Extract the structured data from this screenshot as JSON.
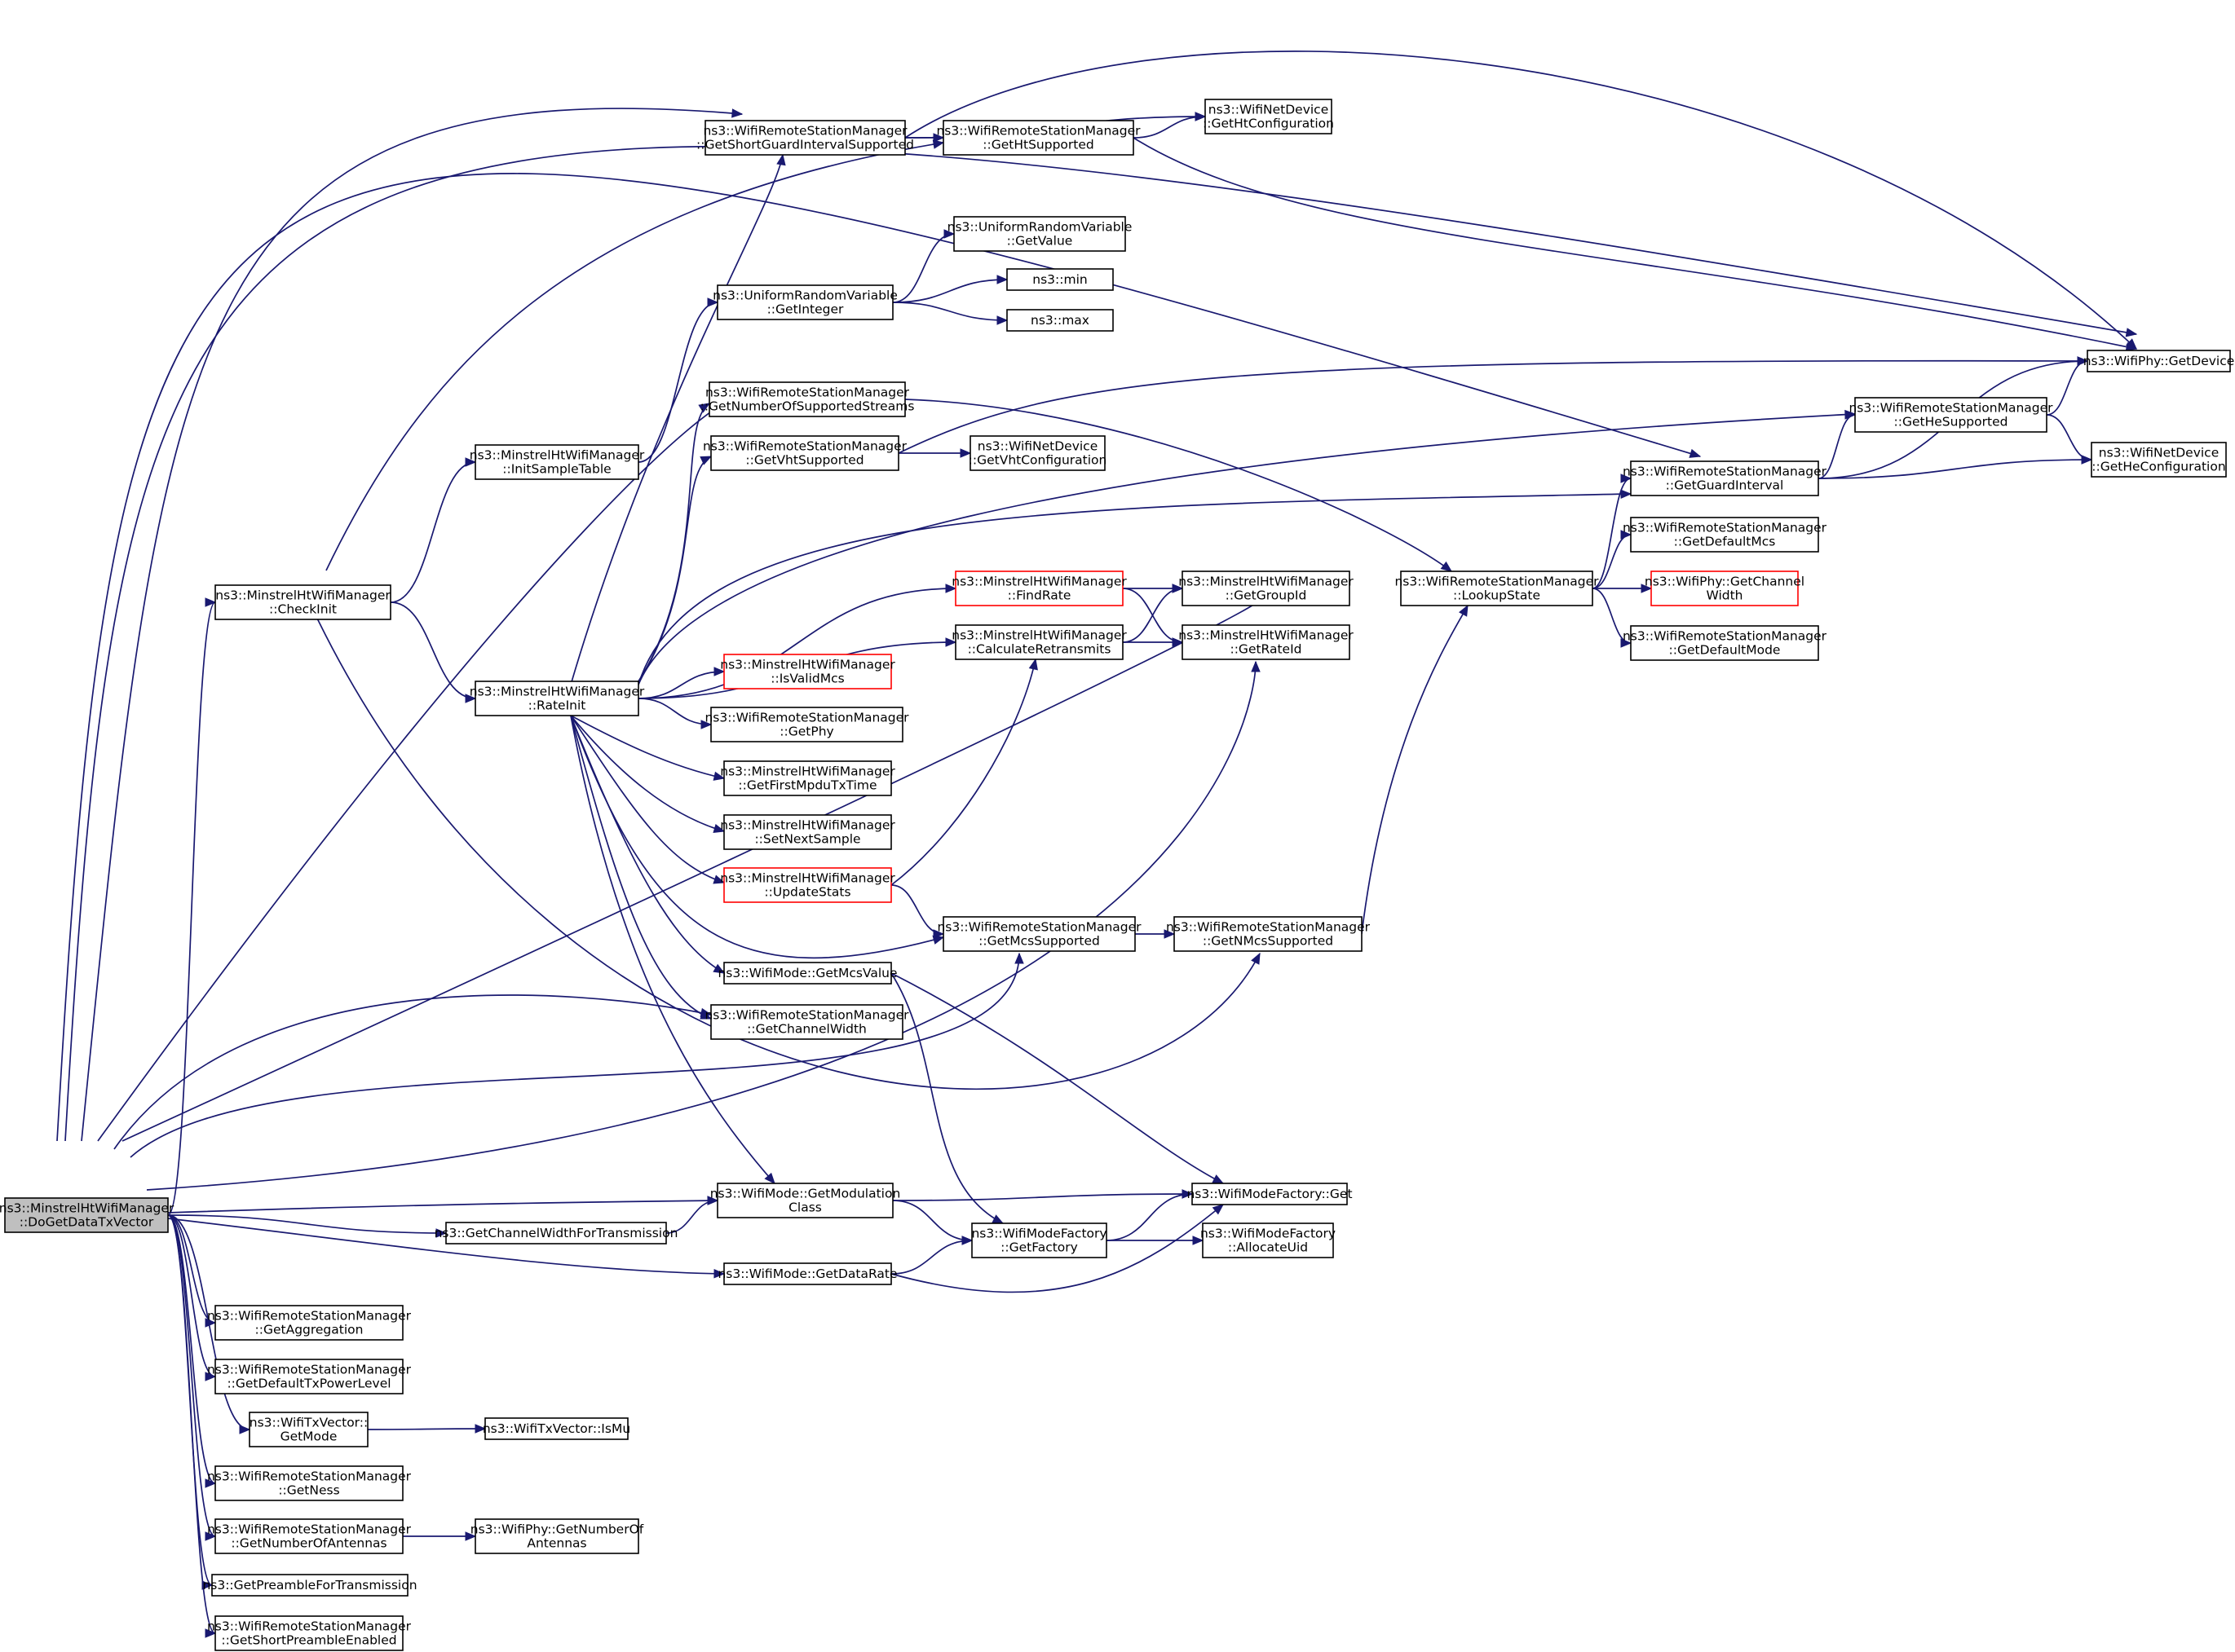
{
  "diagram": {
    "nodes": [
      {
        "id": "root",
        "lines": [
          "ns3::MinstrelHtWifiManager",
          "::DoGetDataTxVector"
        ],
        "style": "root"
      },
      {
        "id": "checkinit",
        "lines": [
          "ns3::MinstrelHtWifiManager",
          "::CheckInit"
        ]
      },
      {
        "id": "rateinit",
        "lines": [
          "ns3::MinstrelHtWifiManager",
          "::RateInit"
        ]
      },
      {
        "id": "initsample",
        "lines": [
          "ns3::MinstrelHtWifiManager",
          "::InitSampleTable"
        ]
      },
      {
        "id": "getsgi",
        "lines": [
          "ns3::WifiRemoteStationManager",
          "::GetShortGuardIntervalSupported"
        ]
      },
      {
        "id": "getht",
        "lines": [
          "ns3::WifiRemoteStationManager",
          "::GetHtSupported"
        ]
      },
      {
        "id": "nd_htconf",
        "lines": [
          "ns3::WifiNetDevice",
          "::GetHtConfiguration"
        ]
      },
      {
        "id": "urv_getvalue",
        "lines": [
          "ns3::UniformRandomVariable",
          "::GetValue"
        ]
      },
      {
        "id": "urv_getint",
        "lines": [
          "ns3::UniformRandomVariable",
          "::GetInteger"
        ]
      },
      {
        "id": "min",
        "lines": [
          "ns3::min"
        ]
      },
      {
        "id": "max",
        "lines": [
          "ns3::max"
        ]
      },
      {
        "id": "getnss",
        "lines": [
          "ns3::WifiRemoteStationManager",
          "::GetNumberOfSupportedStreams"
        ]
      },
      {
        "id": "getvht",
        "lines": [
          "ns3::WifiRemoteStationManager",
          "::GetVhtSupported"
        ]
      },
      {
        "id": "nd_vhtconf",
        "lines": [
          "ns3::WifiNetDevice",
          "::GetVhtConfiguration"
        ]
      },
      {
        "id": "phy_getdevice",
        "lines": [
          "ns3::WifiPhy::GetDevice"
        ]
      },
      {
        "id": "gethe",
        "lines": [
          "ns3::WifiRemoteStationManager",
          "::GetHeSupported"
        ]
      },
      {
        "id": "nd_heconf",
        "lines": [
          "ns3::WifiNetDevice",
          "::GetHeConfiguration"
        ]
      },
      {
        "id": "getgi",
        "lines": [
          "ns3::WifiRemoteStationManager",
          "::GetGuardInterval"
        ]
      },
      {
        "id": "getdefmcs",
        "lines": [
          "ns3::WifiRemoteStationManager",
          "::GetDefaultMcs"
        ]
      },
      {
        "id": "lookupstate",
        "lines": [
          "ns3::WifiRemoteStationManager",
          "::LookupState"
        ]
      },
      {
        "id": "phy_chw",
        "lines": [
          "ns3::WifiPhy::GetChannel",
          "Width"
        ],
        "style": "red"
      },
      {
        "id": "getdefmode",
        "lines": [
          "ns3::WifiRemoteStationManager",
          "::GetDefaultMode"
        ]
      },
      {
        "id": "findrate",
        "lines": [
          "ns3::MinstrelHtWifiManager",
          "::FindRate"
        ],
        "style": "red"
      },
      {
        "id": "getgroupid",
        "lines": [
          "ns3::MinstrelHtWifiManager",
          "::GetGroupId"
        ]
      },
      {
        "id": "calcretrans",
        "lines": [
          "ns3::MinstrelHtWifiManager",
          "::CalculateRetransmits"
        ]
      },
      {
        "id": "getrateid",
        "lines": [
          "ns3::MinstrelHtWifiManager",
          "::GetRateId"
        ]
      },
      {
        "id": "isvalidmcs",
        "lines": [
          "ns3::MinstrelHtWifiManager",
          "::IsValidMcs"
        ],
        "style": "red"
      },
      {
        "id": "getphy",
        "lines": [
          "ns3::WifiRemoteStationManager",
          "::GetPhy"
        ]
      },
      {
        "id": "getfirstmpdu",
        "lines": [
          "ns3::MinstrelHtWifiManager",
          "::GetFirstMpduTxTime"
        ]
      },
      {
        "id": "setnextsample",
        "lines": [
          "ns3::MinstrelHtWifiManager",
          "::SetNextSample"
        ]
      },
      {
        "id": "updatestats",
        "lines": [
          "ns3::MinstrelHtWifiManager",
          "::UpdateStats"
        ],
        "style": "red"
      },
      {
        "id": "getmcssup",
        "lines": [
          "ns3::WifiRemoteStationManager",
          "::GetMcsSupported"
        ]
      },
      {
        "id": "getnmcssup",
        "lines": [
          "ns3::WifiRemoteStationManager",
          "::GetNMcsSupported"
        ]
      },
      {
        "id": "mcsvalue",
        "lines": [
          "ns3::WifiMode::GetMcsValue"
        ]
      },
      {
        "id": "getchw",
        "lines": [
          "ns3::WifiRemoteStationManager",
          "::GetChannelWidth"
        ]
      },
      {
        "id": "modclass",
        "lines": [
          "ns3::WifiMode::GetModulation",
          "Class"
        ]
      },
      {
        "id": "mf_get",
        "lines": [
          "ns3::WifiModeFactory::Get"
        ]
      },
      {
        "id": "chwtx",
        "lines": [
          "ns3::GetChannelWidthForTransmission"
        ]
      },
      {
        "id": "mf_getfactory",
        "lines": [
          "ns3::WifiModeFactory",
          "::GetFactory"
        ]
      },
      {
        "id": "mf_alloc",
        "lines": [
          "ns3::WifiModeFactory",
          "::AllocateUid"
        ]
      },
      {
        "id": "datarate",
        "lines": [
          "ns3::WifiMode::GetDataRate"
        ]
      },
      {
        "id": "getaggr",
        "lines": [
          "ns3::WifiRemoteStationManager",
          "::GetAggregation"
        ]
      },
      {
        "id": "getdeftxpwr",
        "lines": [
          "ns3::WifiRemoteStationManager",
          "::GetDefaultTxPowerLevel"
        ]
      },
      {
        "id": "txv_getmode",
        "lines": [
          "ns3::WifiTxVector::",
          "GetMode"
        ]
      },
      {
        "id": "txv_ismu",
        "lines": [
          "ns3::WifiTxVector::IsMu"
        ]
      },
      {
        "id": "getness",
        "lines": [
          "ns3::WifiRemoteStationManager",
          "::GetNess"
        ]
      },
      {
        "id": "getnant",
        "lines": [
          "ns3::WifiRemoteStationManager",
          "::GetNumberOfAntennas"
        ]
      },
      {
        "id": "phy_nant",
        "lines": [
          "ns3::WifiPhy::GetNumberOf",
          "Antennas"
        ]
      },
      {
        "id": "preamble",
        "lines": [
          "ns3::GetPreambleForTransmission"
        ]
      },
      {
        "id": "getspe",
        "lines": [
          "ns3::WifiRemoteStationManager",
          "::GetShortPreambleEnabled"
        ]
      }
    ],
    "edges": [
      [
        "root",
        "checkinit"
      ],
      [
        "root",
        "getsgi"
      ],
      [
        "root",
        "getgi"
      ],
      [
        "root",
        "phy_getdevice"
      ],
      [
        "root",
        "getgroupid"
      ],
      [
        "root",
        "getnss"
      ],
      [
        "root",
        "getchw"
      ],
      [
        "root",
        "getmcssup"
      ],
      [
        "root",
        "getrateid"
      ],
      [
        "root",
        "modclass"
      ],
      [
        "root",
        "chwtx"
      ],
      [
        "root",
        "datarate"
      ],
      [
        "root",
        "getaggr"
      ],
      [
        "root",
        "getdeftxpwr"
      ],
      [
        "root",
        "txv_getmode"
      ],
      [
        "root",
        "getness"
      ],
      [
        "root",
        "getnant"
      ],
      [
        "root",
        "preamble"
      ],
      [
        "root",
        "getspe"
      ],
      [
        "checkinit",
        "getht"
      ],
      [
        "checkinit",
        "initsample"
      ],
      [
        "checkinit",
        "rateinit"
      ],
      [
        "checkinit",
        "getnmcssup"
      ],
      [
        "initsample",
        "urv_getint"
      ],
      [
        "rateinit",
        "getsgi"
      ],
      [
        "rateinit",
        "getnss"
      ],
      [
        "rateinit",
        "getvht"
      ],
      [
        "rateinit",
        "gethe"
      ],
      [
        "rateinit",
        "getgi"
      ],
      [
        "rateinit",
        "findrate"
      ],
      [
        "rateinit",
        "calcretrans"
      ],
      [
        "rateinit",
        "isvalidmcs"
      ],
      [
        "rateinit",
        "getphy"
      ],
      [
        "rateinit",
        "getfirstmpdu"
      ],
      [
        "rateinit",
        "setnextsample"
      ],
      [
        "rateinit",
        "updatestats"
      ],
      [
        "rateinit",
        "getmcssup"
      ],
      [
        "rateinit",
        "mcsvalue"
      ],
      [
        "rateinit",
        "getchw"
      ],
      [
        "rateinit",
        "modclass"
      ],
      [
        "getsgi",
        "nd_htconf"
      ],
      [
        "getsgi",
        "getht"
      ],
      [
        "getsgi",
        "phy_getdevice"
      ],
      [
        "getht",
        "nd_htconf"
      ],
      [
        "getht",
        "phy_getdevice"
      ],
      [
        "urv_getint",
        "urv_getvalue"
      ],
      [
        "urv_getint",
        "min"
      ],
      [
        "urv_getint",
        "max"
      ],
      [
        "getnss",
        "lookupstate"
      ],
      [
        "getvht",
        "nd_vhtconf"
      ],
      [
        "getvht",
        "phy_getdevice"
      ],
      [
        "gethe",
        "phy_getdevice"
      ],
      [
        "gethe",
        "nd_heconf"
      ],
      [
        "getgi",
        "gethe"
      ],
      [
        "getgi",
        "phy_getdevice"
      ],
      [
        "getgi",
        "nd_heconf"
      ],
      [
        "lookupstate",
        "getgi"
      ],
      [
        "lookupstate",
        "getdefmcs"
      ],
      [
        "lookupstate",
        "phy_chw"
      ],
      [
        "lookupstate",
        "getdefmode"
      ],
      [
        "findrate",
        "getgroupid"
      ],
      [
        "findrate",
        "getrateid"
      ],
      [
        "calcretrans",
        "getgroupid"
      ],
      [
        "calcretrans",
        "getrateid"
      ],
      [
        "updatestats",
        "calcretrans"
      ],
      [
        "updatestats",
        "getmcssup"
      ],
      [
        "getmcssup",
        "getnmcssup"
      ],
      [
        "getnmcssup",
        "lookupstate"
      ],
      [
        "mcsvalue",
        "mf_get"
      ],
      [
        "mcsvalue",
        "mf_getfactory"
      ],
      [
        "modclass",
        "mf_get"
      ],
      [
        "modclass",
        "mf_getfactory"
      ],
      [
        "chwtx",
        "modclass"
      ],
      [
        "mf_getfactory",
        "mf_get"
      ],
      [
        "mf_getfactory",
        "mf_alloc"
      ],
      [
        "datarate",
        "mf_getfactory"
      ],
      [
        "datarate",
        "mf_get"
      ],
      [
        "txv_getmode",
        "txv_ismu"
      ],
      [
        "getnant",
        "phy_nant"
      ]
    ]
  }
}
